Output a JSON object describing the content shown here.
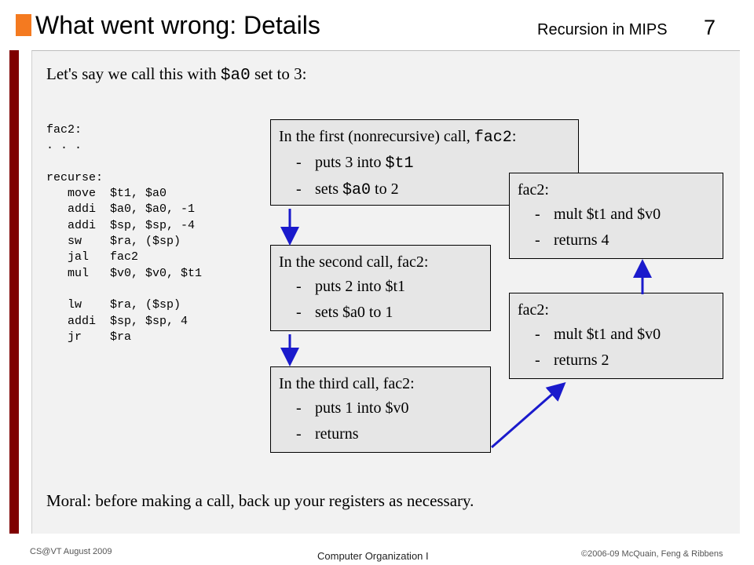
{
  "header": {
    "title": "What went wrong: Details",
    "topic": "Recursion in MIPS",
    "slide_number": "7"
  },
  "intro": {
    "before": "Let's say we call this with ",
    "code": "$a0",
    "after": " set to 3:"
  },
  "code_listing": "fac2:\n. . .\n\nrecurse:\n   move  $t1, $a0\n   addi  $a0, $a0, -1\n   addi  $sp, $sp, -4\n   sw    $ra, ($sp)\n   jal   fac2\n   mul   $v0, $v0, $t1\n\n   lw    $ra, ($sp)\n   addi  $sp, $sp, 4\n   jr    $ra",
  "boxes": {
    "first_call": {
      "head_text": "In the first (nonrecursive) call, ",
      "head_code": "fac2",
      "head_suffix": ":",
      "item1_text": "puts 3 into ",
      "item1_code": "$t1",
      "item2_text": "sets ",
      "item2_code": "$a0",
      "item2_suffix": " to 2"
    },
    "second_call": {
      "head": "In the second call, fac2:",
      "item1": "puts 2 into $t1",
      "item2": "sets $a0 to 1"
    },
    "third_call": {
      "head": "In the third call, fac2:",
      "item1": "puts 1 into $v0",
      "item2": "returns"
    },
    "return_top": {
      "head": "fac2:",
      "item1": "mult $t1 and $v0",
      "item2": "returns 4"
    },
    "return_mid": {
      "head": "fac2:",
      "item1": "mult $t1 and $v0",
      "item2": "returns 2"
    },
    "dash": "-"
  },
  "moral": "Moral:  before making a call, back up your registers as necessary.",
  "footer": {
    "left": "CS@VT August 2009",
    "center": "Computer Organization I",
    "right": "©2006-09  McQuain, Feng & Ribbens"
  },
  "colors": {
    "accent_orange": "#f47a20",
    "left_bar": "#7f0000",
    "arrow": "#1a1acc",
    "box_fill": "#e6e6e6"
  }
}
